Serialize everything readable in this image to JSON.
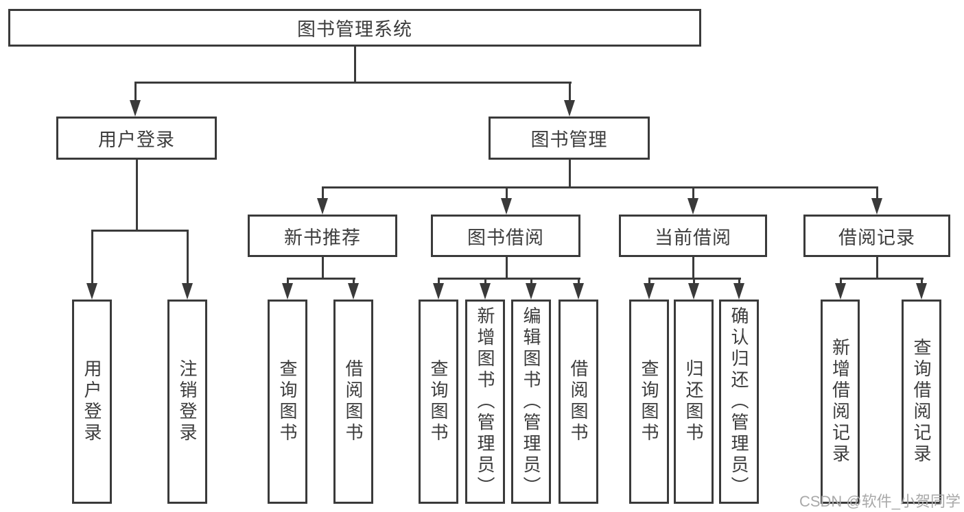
{
  "watermark": "CSDN @软件_小贺同学",
  "colors": {
    "line": "#3a3a3a",
    "text": "#3c3c3c",
    "box_bg": "#ffffff",
    "background": "#ffffff",
    "watermark": "#a9a9a9"
  },
  "tree": {
    "label": "图书管理系统",
    "children": [
      {
        "label": "用户登录",
        "children": [
          {
            "label": "用户登录"
          },
          {
            "label": "注销登录"
          }
        ]
      },
      {
        "label": "图书管理",
        "children": [
          {
            "label": "新书推荐",
            "children": [
              {
                "label": "查询图书"
              },
              {
                "label": "借阅图书"
              }
            ]
          },
          {
            "label": "图书借阅",
            "children": [
              {
                "label": "查询图书"
              },
              {
                "label": "新增图书（管理员）"
              },
              {
                "label": "编辑图书（管理员）"
              },
              {
                "label": "借阅图书"
              }
            ]
          },
          {
            "label": "当前借阅",
            "children": [
              {
                "label": "查询图书"
              },
              {
                "label": "归还图书"
              },
              {
                "label": "确认归还（管理员）"
              }
            ]
          },
          {
            "label": "借阅记录",
            "children": [
              {
                "label": "新增借阅记录"
              },
              {
                "label": "查询借阅记录"
              }
            ]
          }
        ]
      }
    ]
  }
}
